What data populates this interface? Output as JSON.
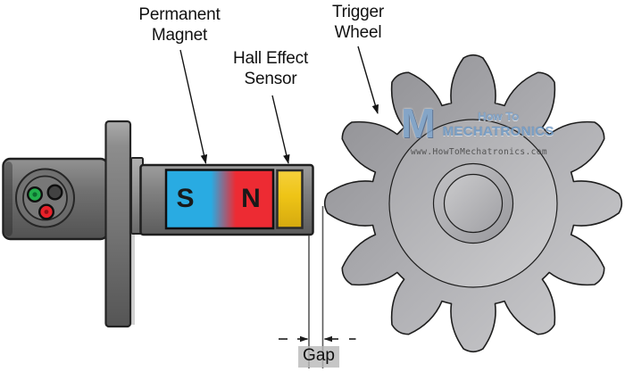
{
  "diagram": {
    "labels": {
      "permanent_magnet": {
        "line1": "Permanent",
        "line2": "Magnet"
      },
      "hall_effect": {
        "line1": "Hall Effect",
        "line2": "Sensor"
      },
      "trigger_wheel": {
        "line1": "Trigger",
        "line2": "Wheel"
      },
      "gap": "Gap"
    },
    "magnet": {
      "south_label": "S",
      "north_label": "N"
    },
    "gear": {
      "teeth": 12
    }
  },
  "watermark": {
    "logo_letter": "M",
    "line1": "How To",
    "line2": "MECHATRONICS",
    "url": "www.HowToMechatronics.com"
  },
  "colors": {
    "magnet-blue": "#29abe2",
    "magnet-red": "#ed2b33",
    "sensor-yellow": "#eec416",
    "pin-green": "#22b04c",
    "pin-red": "#e8212a",
    "pin-dark": "#424242",
    "watermark-blue": "#7fa7d0",
    "outline": "#1f1f1f"
  }
}
